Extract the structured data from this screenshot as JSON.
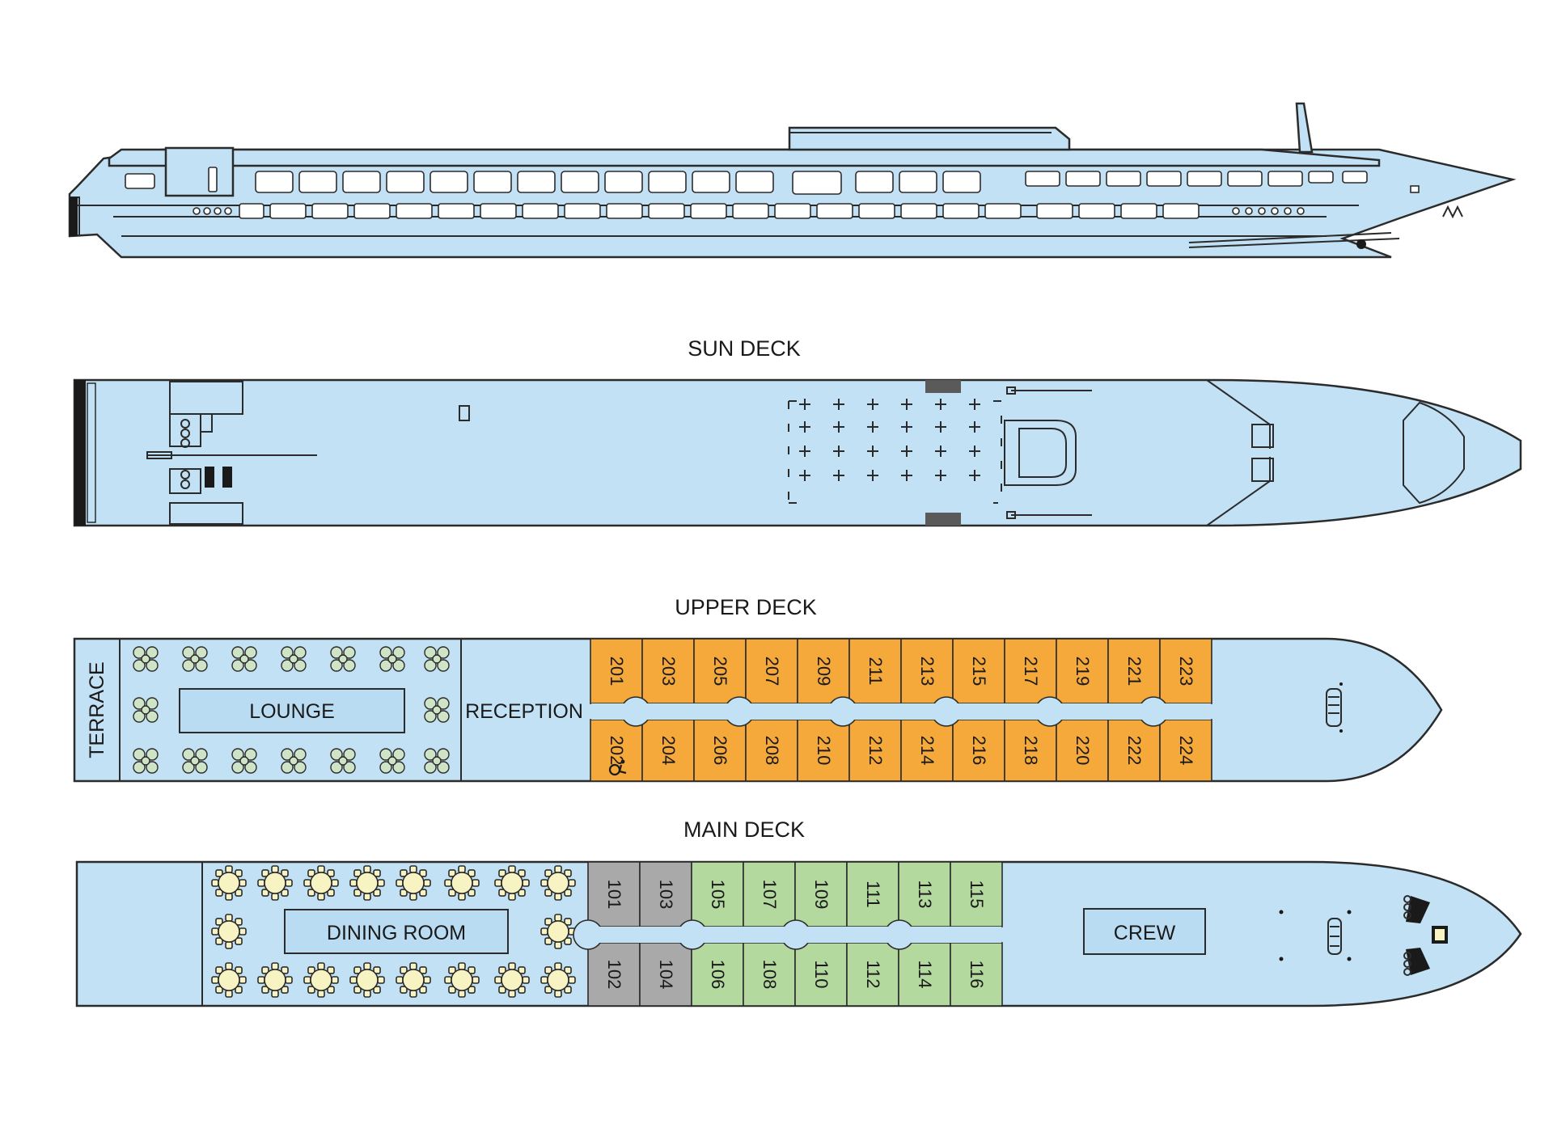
{
  "decks": {
    "sun": {
      "title": "SUN DECK"
    },
    "upper": {
      "title": "UPPER DECK",
      "terrace_label": "TERRACE",
      "lounge_label": "LOUNGE",
      "reception_label": "RECEPTION",
      "top_cabins": [
        "201",
        "203",
        "205",
        "207",
        "209",
        "211",
        "213",
        "215",
        "217",
        "219",
        "221",
        "223"
      ],
      "bottom_cabins": [
        "202",
        "204",
        "206",
        "208",
        "210",
        "212",
        "214",
        "216",
        "218",
        "220",
        "222",
        "224"
      ],
      "accessible_cabin": "202",
      "cabin_color": "#f6a93b"
    },
    "main": {
      "title": "MAIN DECK",
      "dining_label": "DINING ROOM",
      "crew_label": "CREW",
      "top_cabins": [
        {
          "num": "101",
          "category": "gray"
        },
        {
          "num": "103",
          "category": "gray"
        },
        {
          "num": "105",
          "category": "green"
        },
        {
          "num": "107",
          "category": "green"
        },
        {
          "num": "109",
          "category": "green"
        },
        {
          "num": "111",
          "category": "green"
        },
        {
          "num": "113",
          "category": "green"
        },
        {
          "num": "115",
          "category": "green"
        }
      ],
      "bottom_cabins": [
        {
          "num": "102",
          "category": "gray"
        },
        {
          "num": "104",
          "category": "gray"
        },
        {
          "num": "106",
          "category": "green"
        },
        {
          "num": "108",
          "category": "green"
        },
        {
          "num": "110",
          "category": "green"
        },
        {
          "num": "112",
          "category": "green"
        },
        {
          "num": "114",
          "category": "green"
        },
        {
          "num": "116",
          "category": "green"
        }
      ],
      "category_colors": {
        "gray": "#a9a9a9",
        "green": "#b3d99f"
      }
    }
  },
  "colors": {
    "hull": "#c3e1f4",
    "lounge_table": "#cfe3c6",
    "dining_table": "#f7f3c2",
    "outline": "#2b2b2b"
  },
  "icons": {
    "accessible": "wheelchair-icon",
    "stairs": "staircase-icon"
  }
}
